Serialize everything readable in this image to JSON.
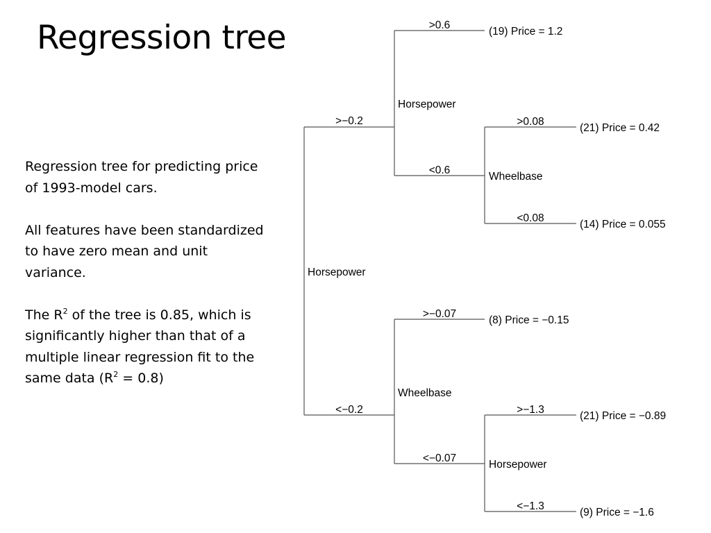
{
  "slide": {
    "title": "Regression tree",
    "description": {
      "p1": "Regression tree for predicting price of 1993-model cars.",
      "p2": "All features have been standardized to have zero mean and unit variance.",
      "p3": {
        "part1": "The R",
        "sup1": "2",
        "part2": " of the tree is 0.85, which is significantly higher than that of a multiple linear regression fit to the same data (R",
        "sup2": "2",
        "part3": " = 0.8)"
      }
    }
  },
  "tree": {
    "root": {
      "feature": "Horsepower",
      "high_edge": ">−0.2",
      "low_edge": "<−0.2"
    },
    "upper_split": {
      "feature": "Horsepower",
      "high_edge": ">0.6",
      "low_edge": "<0.6"
    },
    "upper_wheelbase": {
      "feature": "Wheelbase",
      "high_edge": ">0.08",
      "low_edge": "<0.08"
    },
    "lower_split": {
      "feature": "Wheelbase",
      "high_edge": ">−0.07",
      "low_edge": "<−0.07"
    },
    "lower_horsepower": {
      "feature": "Horsepower",
      "high_edge": ">−1.3",
      "low_edge": "<−1.3"
    },
    "leaves": [
      "(19) Price = 1.2",
      "(21) Price = 0.42",
      "(14) Price = 0.055",
      "(8) Price = −0.15",
      "(21) Price = −0.89",
      "(9) Price = −1.6"
    ]
  }
}
